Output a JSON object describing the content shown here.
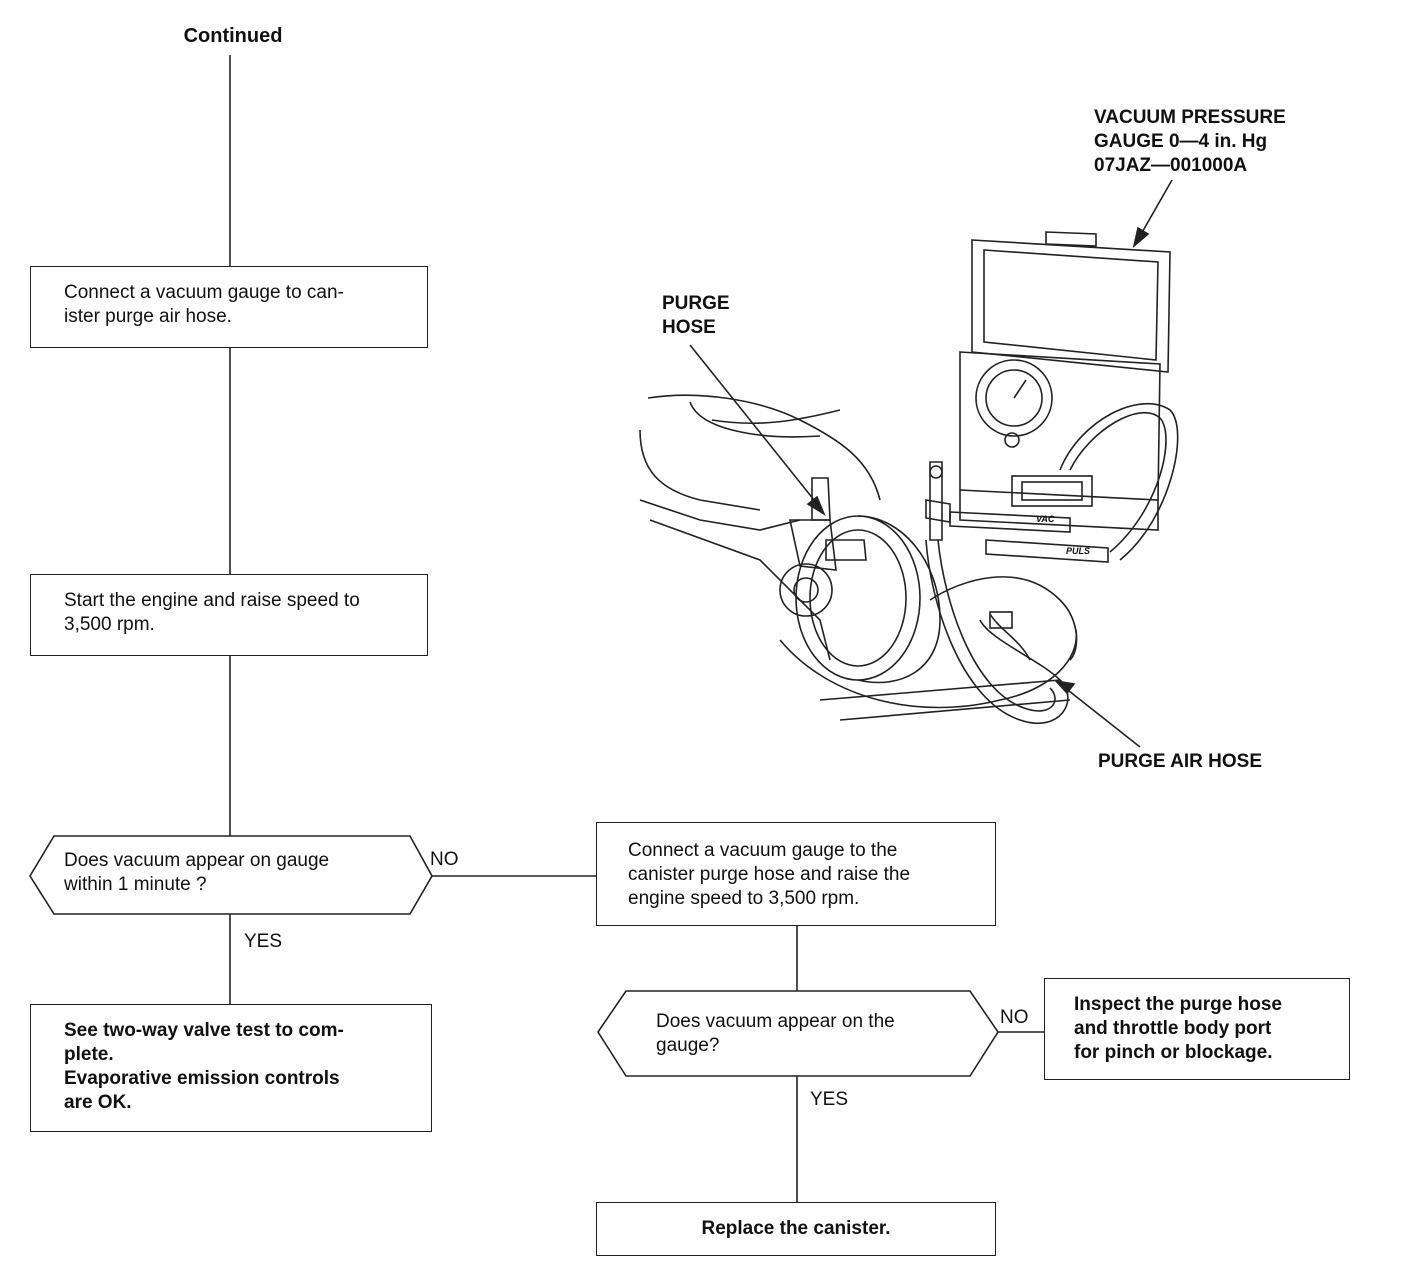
{
  "continued": "Continued",
  "step_connect_purge_air": "Connect a vacuum gauge to can-\nister purge air hose.",
  "step_start_engine": "Start the engine and raise speed to\n3,500 rpm.",
  "question_vacuum_1min": "Does vacuum appear on gauge\nwithin 1 minute ?",
  "answer_no_1": "NO",
  "answer_yes_1": "YES",
  "result_ok": "See two-way valve test to com-\nplete.\nEvaporative emission controls\nare OK.",
  "step_connect_purge_hose": "Connect a vacuum gauge to the\ncanister purge hose and raise the\nengine speed to 3,500 rpm.",
  "question_vacuum_gauge": "Does vacuum appear on the\ngauge?",
  "answer_no_2": "NO",
  "answer_yes_2": "YES",
  "result_inspect": "Inspect the purge hose\nand throttle body port\nfor pinch or blockage.",
  "result_replace": "Replace the canister.",
  "illustration": {
    "gauge_label": "VACUUM PRESSURE\nGAUGE 0—4 in. Hg\n07JAZ—001000A",
    "purge_hose_label": "PURGE\nHOSE",
    "purge_air_hose_label": "PURGE AIR HOSE",
    "vac_tag": "VAC",
    "puls_tag": "PULS"
  }
}
